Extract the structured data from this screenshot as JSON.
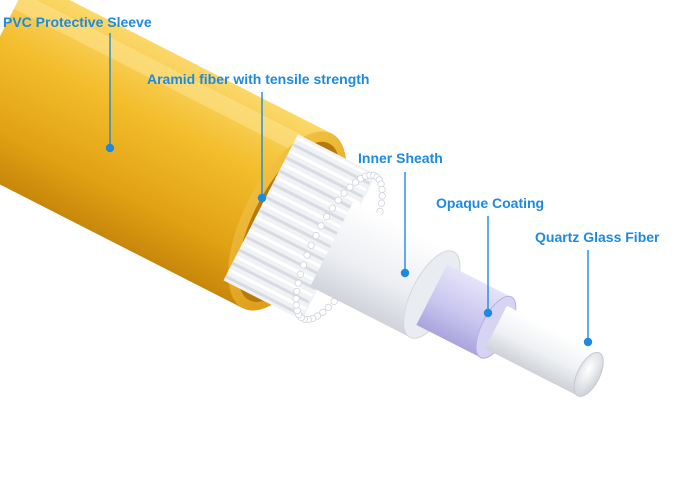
{
  "labels": {
    "pvc": "PVC Protective Sleeve",
    "aramid": "Aramid fiber with tensile strength",
    "inner": "Inner Sheath",
    "opaque": "Opaque Coating",
    "quartz": "Quartz Glass Fiber"
  },
  "colors": {
    "label": "#1d8ae0",
    "leader": "#1d8ae0",
    "sleeve": "#f0b62a",
    "sleeve_dark": "#d99a10",
    "aramid": "#f4f4f6",
    "coating": "#c9c6ec",
    "glass": "#eef0f2"
  }
}
